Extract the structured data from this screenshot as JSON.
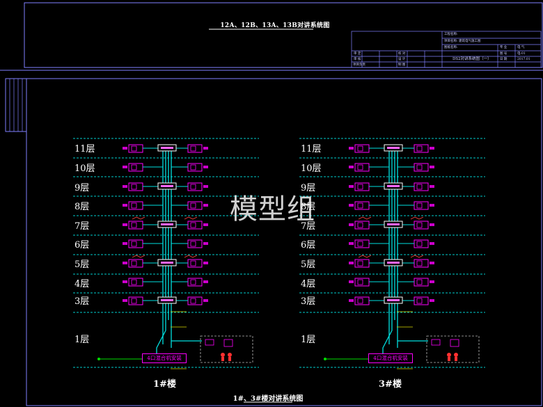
{
  "drawing": {
    "top_title": "12A、12B、13A、13B对讲系统图",
    "bottom_title": "1#、3#楼对讲系统图",
    "watermark": "模型组"
  },
  "title_block": {
    "rows": [
      "工程名称:",
      "项目名称: 建筑电气施工图",
      "图纸名称:"
    ],
    "drawing_name": "DS2对讲系统图（一）",
    "sign_left": [
      "审 定",
      "审 核",
      "项目负责"
    ],
    "sign_mid": [
      "校 对",
      "设 计",
      "制 图"
    ],
    "info_right": [
      "专 业",
      "图 号",
      "日 期"
    ],
    "info_values": [
      "电 气",
      "电-01",
      "2017.01"
    ]
  },
  "floor_labels": [
    "11层",
    "10层",
    "9层",
    "8层",
    "7层",
    "6层",
    "5层",
    "4层",
    "3层",
    "1层"
  ],
  "buildings": [
    {
      "label": "1#楼",
      "main_unit": "4口混合机安装"
    },
    {
      "label": "3#楼",
      "main_unit": "4口混合机安装"
    }
  ],
  "colors": {
    "background": "#000000",
    "frame": "#8080ff",
    "floor_line": "#00cccc",
    "riser": "#00e0e0",
    "equipment": "#ff00ff",
    "note": "#ffff00",
    "green_line": "#00dd00",
    "red_device": "#ff3030"
  }
}
